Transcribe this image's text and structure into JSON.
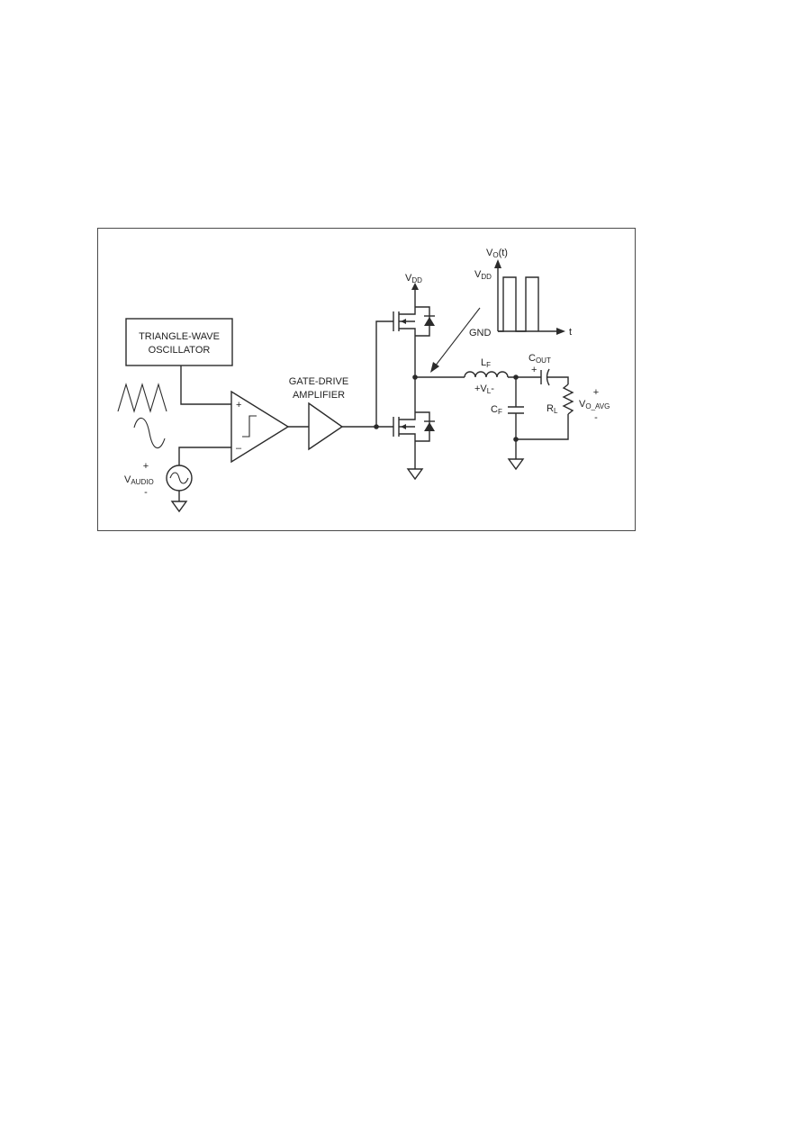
{
  "labels": {
    "oscillator_line1": "TRIANGLE-WAVE",
    "oscillator_line2": "OSCILLATOR",
    "gate_drive_line1": "GATE-DRIVE",
    "gate_drive_line2": "AMPLIFIER",
    "vdd_supply_main": "V",
    "vdd_supply_sub": "DD",
    "vo_t_main": "V",
    "vo_t_sub": "O",
    "vo_t_suffix": "(t)",
    "vdd_axis_main": "V",
    "vdd_axis_sub": "DD",
    "gnd_axis": "GND",
    "time_axis": "t",
    "lf_main": "L",
    "lf_sub": "F",
    "vl_prefix": "+V",
    "vl_sub": "L",
    "vl_suffix": "-",
    "cout_main": "C",
    "cout_sub": "OUT",
    "cout_plus": "+",
    "cf_main": "C",
    "cf_sub": "F",
    "rl_main": "R",
    "rl_sub": "L",
    "voavg_plus": "+",
    "voavg_main": "V",
    "voavg_sub": "O_AVG",
    "voavg_minus": "-",
    "vaudio_plus": "+",
    "vaudio_main": "V",
    "vaudio_sub": "AUDIO",
    "vaudio_minus": "-",
    "comp_plus": "+",
    "comp_minus": "–"
  }
}
